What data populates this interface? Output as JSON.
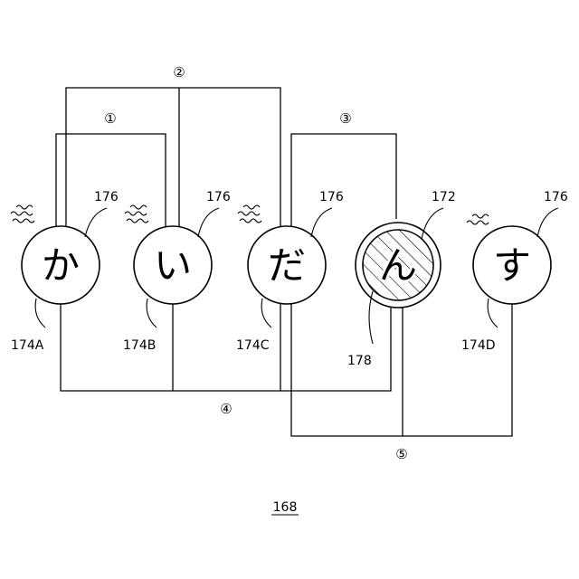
{
  "loops": {
    "loop1": "①",
    "loop2": "②",
    "loop3": "③",
    "loop4": "④",
    "loop5": "⑤"
  },
  "nodes": [
    {
      "char": "か",
      "ref": "174A",
      "ring": "176"
    },
    {
      "char": "い",
      "ref": "174B",
      "ring": "176"
    },
    {
      "char": "だ",
      "ref": "174C",
      "ring": "176"
    },
    {
      "char": "ん",
      "ref": "178",
      "ring": "172"
    },
    {
      "char": "す",
      "ref": "174D",
      "ring": "176"
    }
  ],
  "figure_number": "168"
}
